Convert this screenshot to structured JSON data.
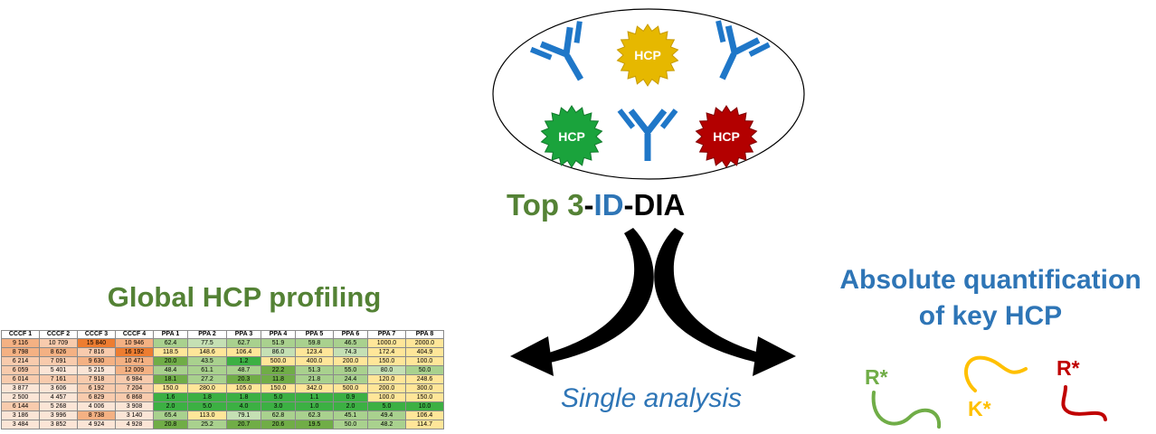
{
  "diagram": {
    "badges": [
      {
        "label": "HCP",
        "color": "#e6b800"
      },
      {
        "label": "HCP",
        "color": "#1aa33c"
      },
      {
        "label": "HCP",
        "color": "#b30000"
      }
    ],
    "method_title": {
      "part1": "Top 3",
      "part2": "-",
      "part3": "ID",
      "part4": "-DIA"
    },
    "global_title": "Global HCP profiling",
    "abs_title_line1": "Absolute quantification",
    "abs_title_line2": "of key HCP",
    "single_analysis": "Single analysis",
    "peptide_labels": [
      {
        "label": "R*",
        "color": "#70ad47"
      },
      {
        "label": "K*",
        "color": "#ffc000"
      },
      {
        "label": "R*",
        "color": "#c00000"
      }
    ],
    "colors": {
      "green": "#548235",
      "blue": "#2e75b6",
      "antibody": "#1f77c8"
    }
  },
  "table": {
    "headers": [
      "CCCF 1",
      "CCCF 2",
      "CCCF 3",
      "CCCF 4",
      "PPA 1",
      "PPA 2",
      "PPA 3",
      "PPA 4",
      "PPA 5",
      "PPA 6",
      "PPA 7",
      "PPA 8"
    ],
    "rows": [
      [
        "9 116",
        "10 709",
        "15 840",
        "10 946",
        "62.4",
        "77.5",
        "62.7",
        "51.9",
        "59.8",
        "46.5",
        "1000.0",
        "2000.0"
      ],
      [
        "8 798",
        "8 626",
        "7 816",
        "16 192",
        "118.5",
        "148.6",
        "106.4",
        "86.0",
        "123.4",
        "74.3",
        "172.4",
        "404.9"
      ],
      [
        "6 214",
        "7 091",
        "9 630",
        "10 471",
        "20.0",
        "43.5",
        "1.2",
        "500.0",
        "400.0",
        "200.0",
        "150.0",
        "100.0"
      ],
      [
        "6 059",
        "5 401",
        "5 215",
        "12 009",
        "48.4",
        "61.1",
        "48.7",
        "22.2",
        "51.3",
        "55.0",
        "80.0",
        "50.0"
      ],
      [
        "6 014",
        "7 161",
        "7 918",
        "6 984",
        "18.1",
        "27.2",
        "20.3",
        "11.8",
        "21.8",
        "24.4",
        "120.0",
        "248.6"
      ],
      [
        "3 877",
        "3 606",
        "6 192",
        "7 204",
        "150.0",
        "280.0",
        "105.0",
        "150.0",
        "342.0",
        "500.0",
        "200.0",
        "300.0"
      ],
      [
        "2 500",
        "4 457",
        "6 829",
        "6 868",
        "1.6",
        "1.8",
        "1.8",
        "5.0",
        "1.1",
        "0.9",
        "100.0",
        "150.0"
      ],
      [
        "6 144",
        "5 268",
        "4 006",
        "3 908",
        "2.0",
        "5.0",
        "4.0",
        "3.0",
        "1.0",
        "2.0",
        "5.0",
        "10.0"
      ],
      [
        "3 186",
        "3 996",
        "8 738",
        "3 140",
        "65.4",
        "113.0",
        "79.1",
        "62.8",
        "62.3",
        "45.1",
        "49.4",
        "106.4"
      ],
      [
        "3 484",
        "3 852",
        "4 924",
        "4 928",
        "20.8",
        "25.2",
        "20.7",
        "20.6",
        "19.5",
        "50.0",
        "48.2",
        "114.7"
      ]
    ],
    "cell_colors": [
      [
        "#f4b183",
        "#f8cbad",
        "#ed7d31",
        "#f4b183",
        "#a9d18e",
        "#c5e0b4",
        "#a9d18e",
        "#a9d18e",
        "#a9d18e",
        "#a9d18e",
        "#ffe699",
        "#ffe699"
      ],
      [
        "#f4b183",
        "#f4b183",
        "#f8cbad",
        "#ed7d31",
        "#ffe699",
        "#ffe699",
        "#ffe699",
        "#c5e0b4",
        "#ffe699",
        "#c5e0b4",
        "#ffe699",
        "#ffe699"
      ],
      [
        "#f8cbad",
        "#f8cbad",
        "#f4b183",
        "#f4b183",
        "#70ad47",
        "#a9d18e",
        "#3cb043",
        "#ffe699",
        "#ffe699",
        "#ffe699",
        "#ffe699",
        "#ffe699"
      ],
      [
        "#f8cbad",
        "#fbe5d6",
        "#fbe5d6",
        "#f4b183",
        "#a9d18e",
        "#a9d18e",
        "#a9d18e",
        "#70ad47",
        "#a9d18e",
        "#a9d18e",
        "#c5e0b4",
        "#a9d18e"
      ],
      [
        "#f8cbad",
        "#f8cbad",
        "#f8cbad",
        "#f8cbad",
        "#70ad47",
        "#a9d18e",
        "#70ad47",
        "#70ad47",
        "#a9d18e",
        "#a9d18e",
        "#ffe699",
        "#ffe699"
      ],
      [
        "#fbe5d6",
        "#fbe5d6",
        "#f8cbad",
        "#f8cbad",
        "#ffe699",
        "#ffe699",
        "#ffe699",
        "#ffe699",
        "#ffe699",
        "#ffe699",
        "#ffe699",
        "#ffe699"
      ],
      [
        "#fbe5d6",
        "#fbe5d6",
        "#f8cbad",
        "#f8cbad",
        "#3cb043",
        "#3cb043",
        "#3cb043",
        "#3cb043",
        "#3cb043",
        "#3cb043",
        "#ffe699",
        "#ffe699"
      ],
      [
        "#f8cbad",
        "#fbe5d6",
        "#fbe5d6",
        "#fbe5d6",
        "#3cb043",
        "#3cb043",
        "#3cb043",
        "#3cb043",
        "#3cb043",
        "#3cb043",
        "#3cb043",
        "#3cb043"
      ],
      [
        "#fbe5d6",
        "#fbe5d6",
        "#f4b183",
        "#fbe5d6",
        "#a9d18e",
        "#ffe699",
        "#c5e0b4",
        "#a9d18e",
        "#a9d18e",
        "#a9d18e",
        "#a9d18e",
        "#ffe699"
      ],
      [
        "#fbe5d6",
        "#fbe5d6",
        "#fbe5d6",
        "#fbe5d6",
        "#70ad47",
        "#a9d18e",
        "#70ad47",
        "#70ad47",
        "#70ad47",
        "#a9d18e",
        "#a9d18e",
        "#ffe699"
      ]
    ]
  }
}
